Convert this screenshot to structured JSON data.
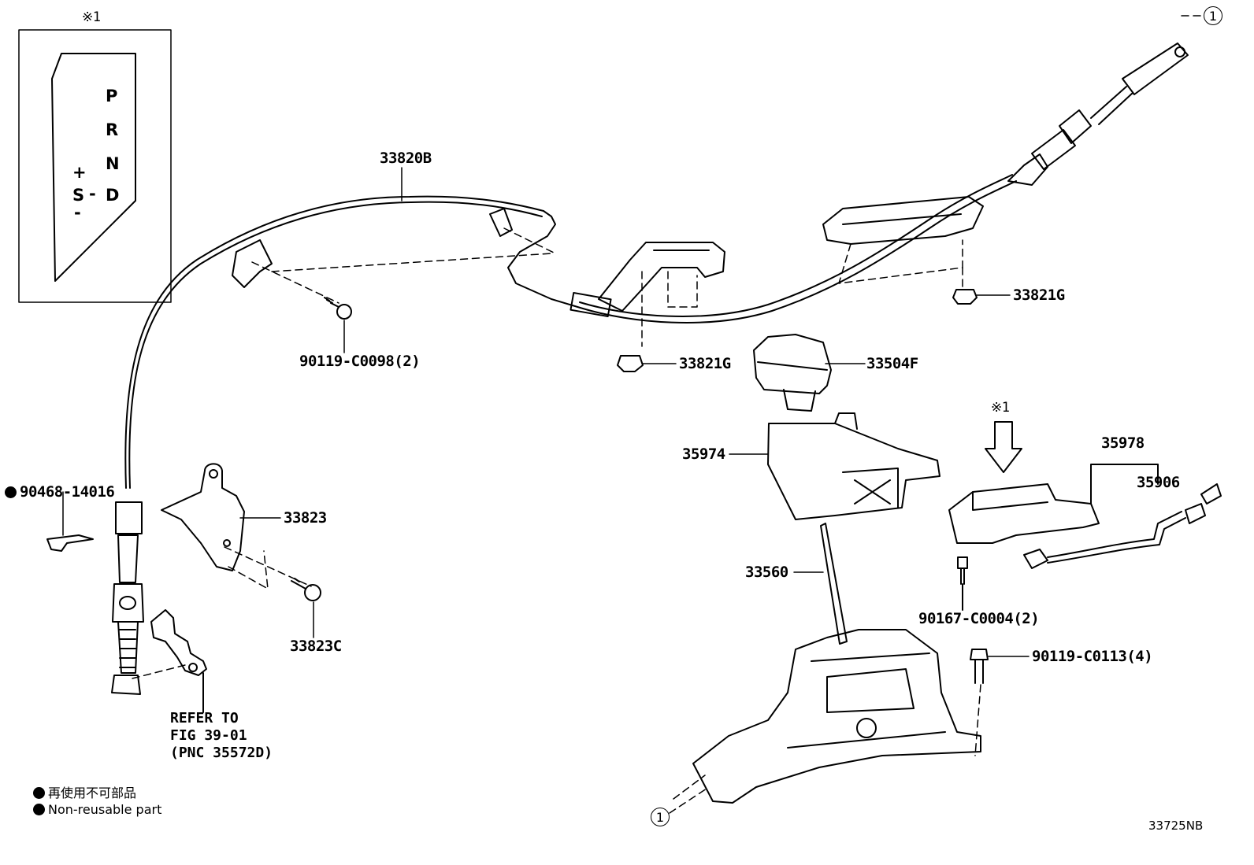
{
  "inset": {
    "marker": "※1",
    "gate_letters": [
      "P",
      "R",
      "N",
      "D"
    ],
    "plus": "+",
    "s_label": "S",
    "dash": "-",
    "minus": "-"
  },
  "parts": {
    "p33820B": "33820B",
    "p90119_C0098": "90119-C0098(2)",
    "p90468_14016": "90468-14016",
    "p33823": "33823",
    "p33823C": "33823C",
    "p33821G_top": "33821G",
    "p33821G_mid": "33821G",
    "p33504F": "33504F",
    "p35974": "35974",
    "p35978": "35978",
    "p35906": "35906",
    "p33560": "33560",
    "p90167_C0004": "90167-C0004(2)",
    "p90119_C0113": "90119-C0113(4)"
  },
  "marker_1": "※1",
  "circle_ref": "1",
  "refer": {
    "line1": "REFER TO",
    "line2": "FIG 39-01",
    "line3": "(PNC 35572D)"
  },
  "legend": {
    "japanese": "再使用不可部品",
    "english": "Non-reusable part"
  },
  "diagram_id": "33725NB"
}
